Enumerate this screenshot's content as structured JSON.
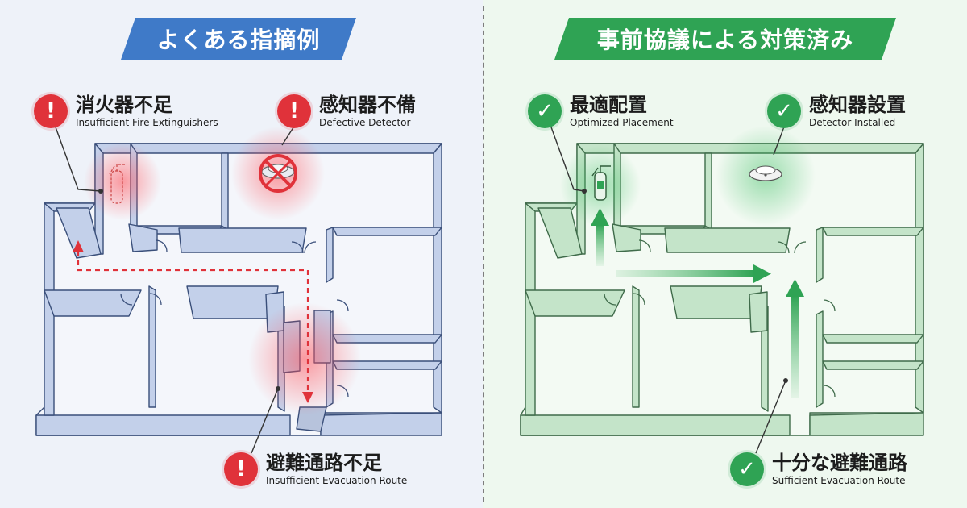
{
  "left": {
    "banner": "よくある指摘例",
    "callouts": {
      "extinguisher": {
        "title": "消火器不足",
        "subtitle": "Insufficient Fire Extinguishers",
        "icon": "exclamation-icon",
        "glyph": "!"
      },
      "detector": {
        "title": "感知器不備",
        "subtitle": "Defective Detector",
        "icon": "exclamation-icon",
        "glyph": "!"
      },
      "route": {
        "title": "避難通路不足",
        "subtitle": "Insufficient Evacuation Route",
        "icon": "exclamation-icon",
        "glyph": "!"
      }
    }
  },
  "right": {
    "banner": "事前協議による対策済み",
    "callouts": {
      "placement": {
        "title": "最適配置",
        "subtitle": "Optimized Placement",
        "icon": "check-icon",
        "glyph": "✓"
      },
      "detector": {
        "title": "感知器設置",
        "subtitle": "Detector Installed",
        "icon": "check-icon",
        "glyph": "✓"
      },
      "route": {
        "title": "十分な避難通路",
        "subtitle": "Sufficient Evacuation Route",
        "icon": "check-icon",
        "glyph": "✓"
      }
    }
  },
  "colors": {
    "left_banner": "#3f7ac8",
    "right_banner": "#2fa354",
    "warning": "#e0323a",
    "success": "#2fa354",
    "wall_blue": "#c3d0ea",
    "wall_green": "#c4e4c9"
  }
}
